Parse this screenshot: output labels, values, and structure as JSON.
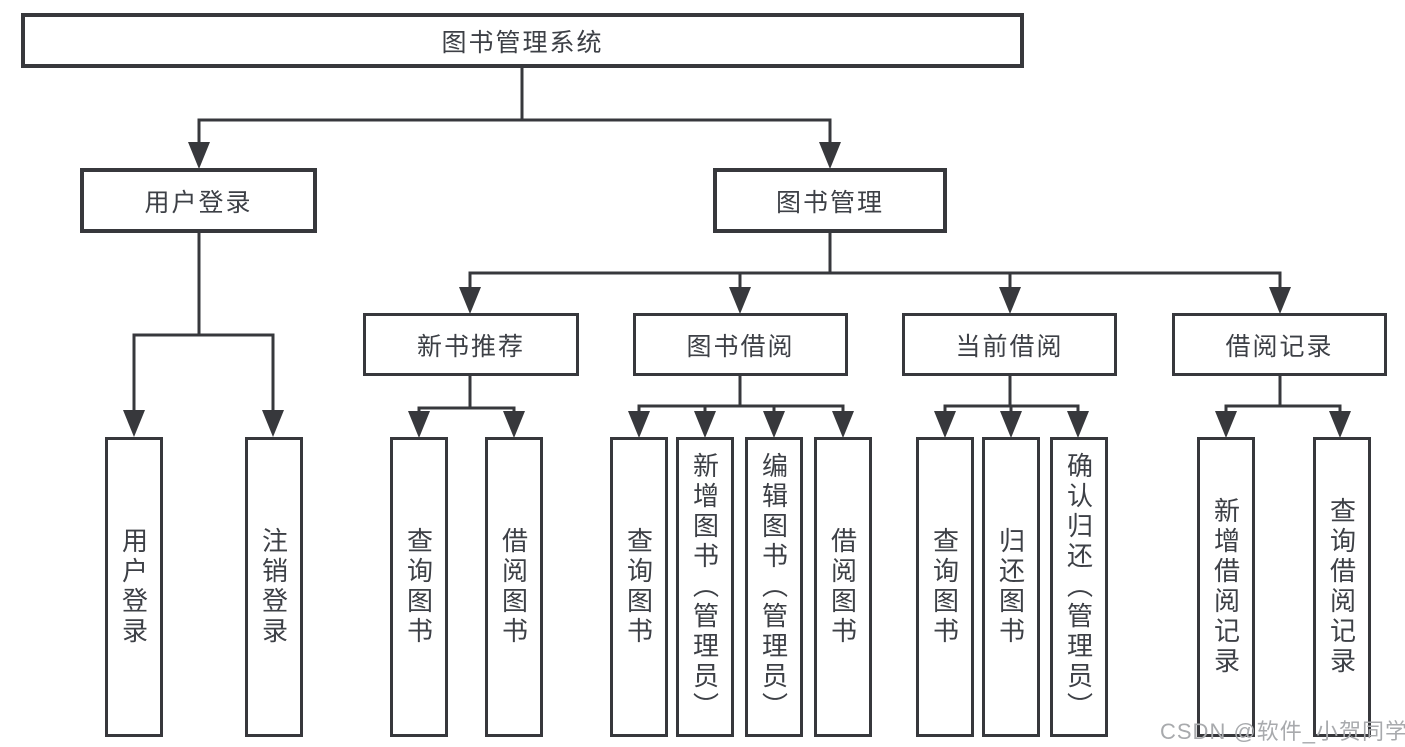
{
  "diagram_title": "图书管理系统",
  "nodes": {
    "root": "图书管理系统",
    "user_login": "用户登录",
    "book_mgmt": "图书管理",
    "new_books": "新书推荐",
    "book_borrow": "图书借阅",
    "current_borrow": "当前借阅",
    "borrow_records": "借阅记录",
    "ul_login": "用户登录",
    "ul_logout": "注销登录",
    "nb_query": "查询图书",
    "nb_borrow": "借阅图书",
    "bb_query": "查询图书",
    "bb_add": "新增图书（管理员）",
    "bb_edit": "编辑图书（管理员）",
    "bb_borrow": "借阅图书",
    "cb_query": "查询图书",
    "cb_return": "归还图书",
    "cb_confirm": "确认归还（管理员）",
    "br_add": "新增借阅记录",
    "br_query": "查询借阅记录"
  },
  "watermark": "CSDN @软件_小贺同学",
  "colors": {
    "line": "#37383c",
    "text": "#3d4046",
    "watermark": "#a8aaad",
    "background": "#ffffff"
  }
}
